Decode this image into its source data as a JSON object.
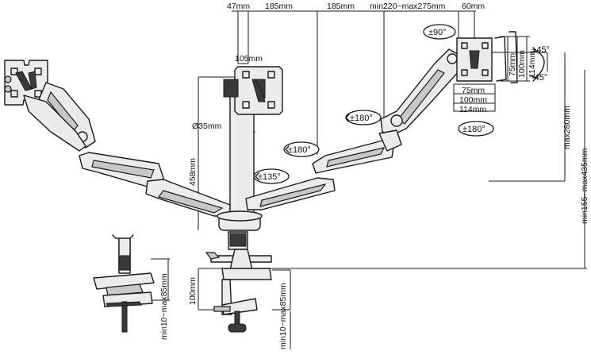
{
  "dimensions": {
    "top": {
      "d47": "47mm",
      "d185a": "185mm",
      "d185b": "185mm",
      "range_width": "min220~max275mm",
      "d60": "60mm"
    },
    "center_monitor": {
      "d105": "105mm",
      "d35": "Ø35mm",
      "d458": "458mm"
    },
    "right_monitor": {
      "v75": "75mm",
      "v100": "100mm",
      "v114": "114mm",
      "h75": "75mm",
      "h100": "100mm",
      "h114": "114mm"
    },
    "right_side": {
      "max280": "max280mm",
      "range_height": "min155~max435mm"
    },
    "base": {
      "d100": "100mm",
      "clamp_range": "min10~max85mm",
      "grommet_range": "min10~max85mm"
    }
  },
  "rotations": {
    "r90": "±90°",
    "r180_arm_a": "±180°",
    "r180_arm_b": "±180°",
    "r135": "±135°",
    "r180_vesa": "±180°",
    "tilt_up": "+45°",
    "tilt_down": "-45°"
  },
  "colors": {
    "ink": "#1a1a1a",
    "panel": "#ececec",
    "background": "#ffffff"
  }
}
